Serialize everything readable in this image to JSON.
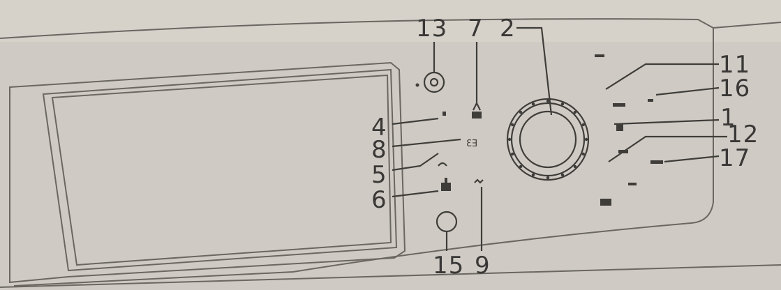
{
  "callouts": {
    "c13": "13",
    "c7": "7",
    "c2": "2",
    "c11": "11",
    "c16": "16",
    "c1": "1",
    "c12": "12",
    "c17": "17",
    "c4": "4",
    "c8": "8",
    "c5": "5",
    "c6": "6",
    "c15": "15",
    "c9": "9"
  },
  "colors": {
    "background": "#cfcbc4",
    "ink": "#3a3836",
    "outline": "#6a6661"
  }
}
